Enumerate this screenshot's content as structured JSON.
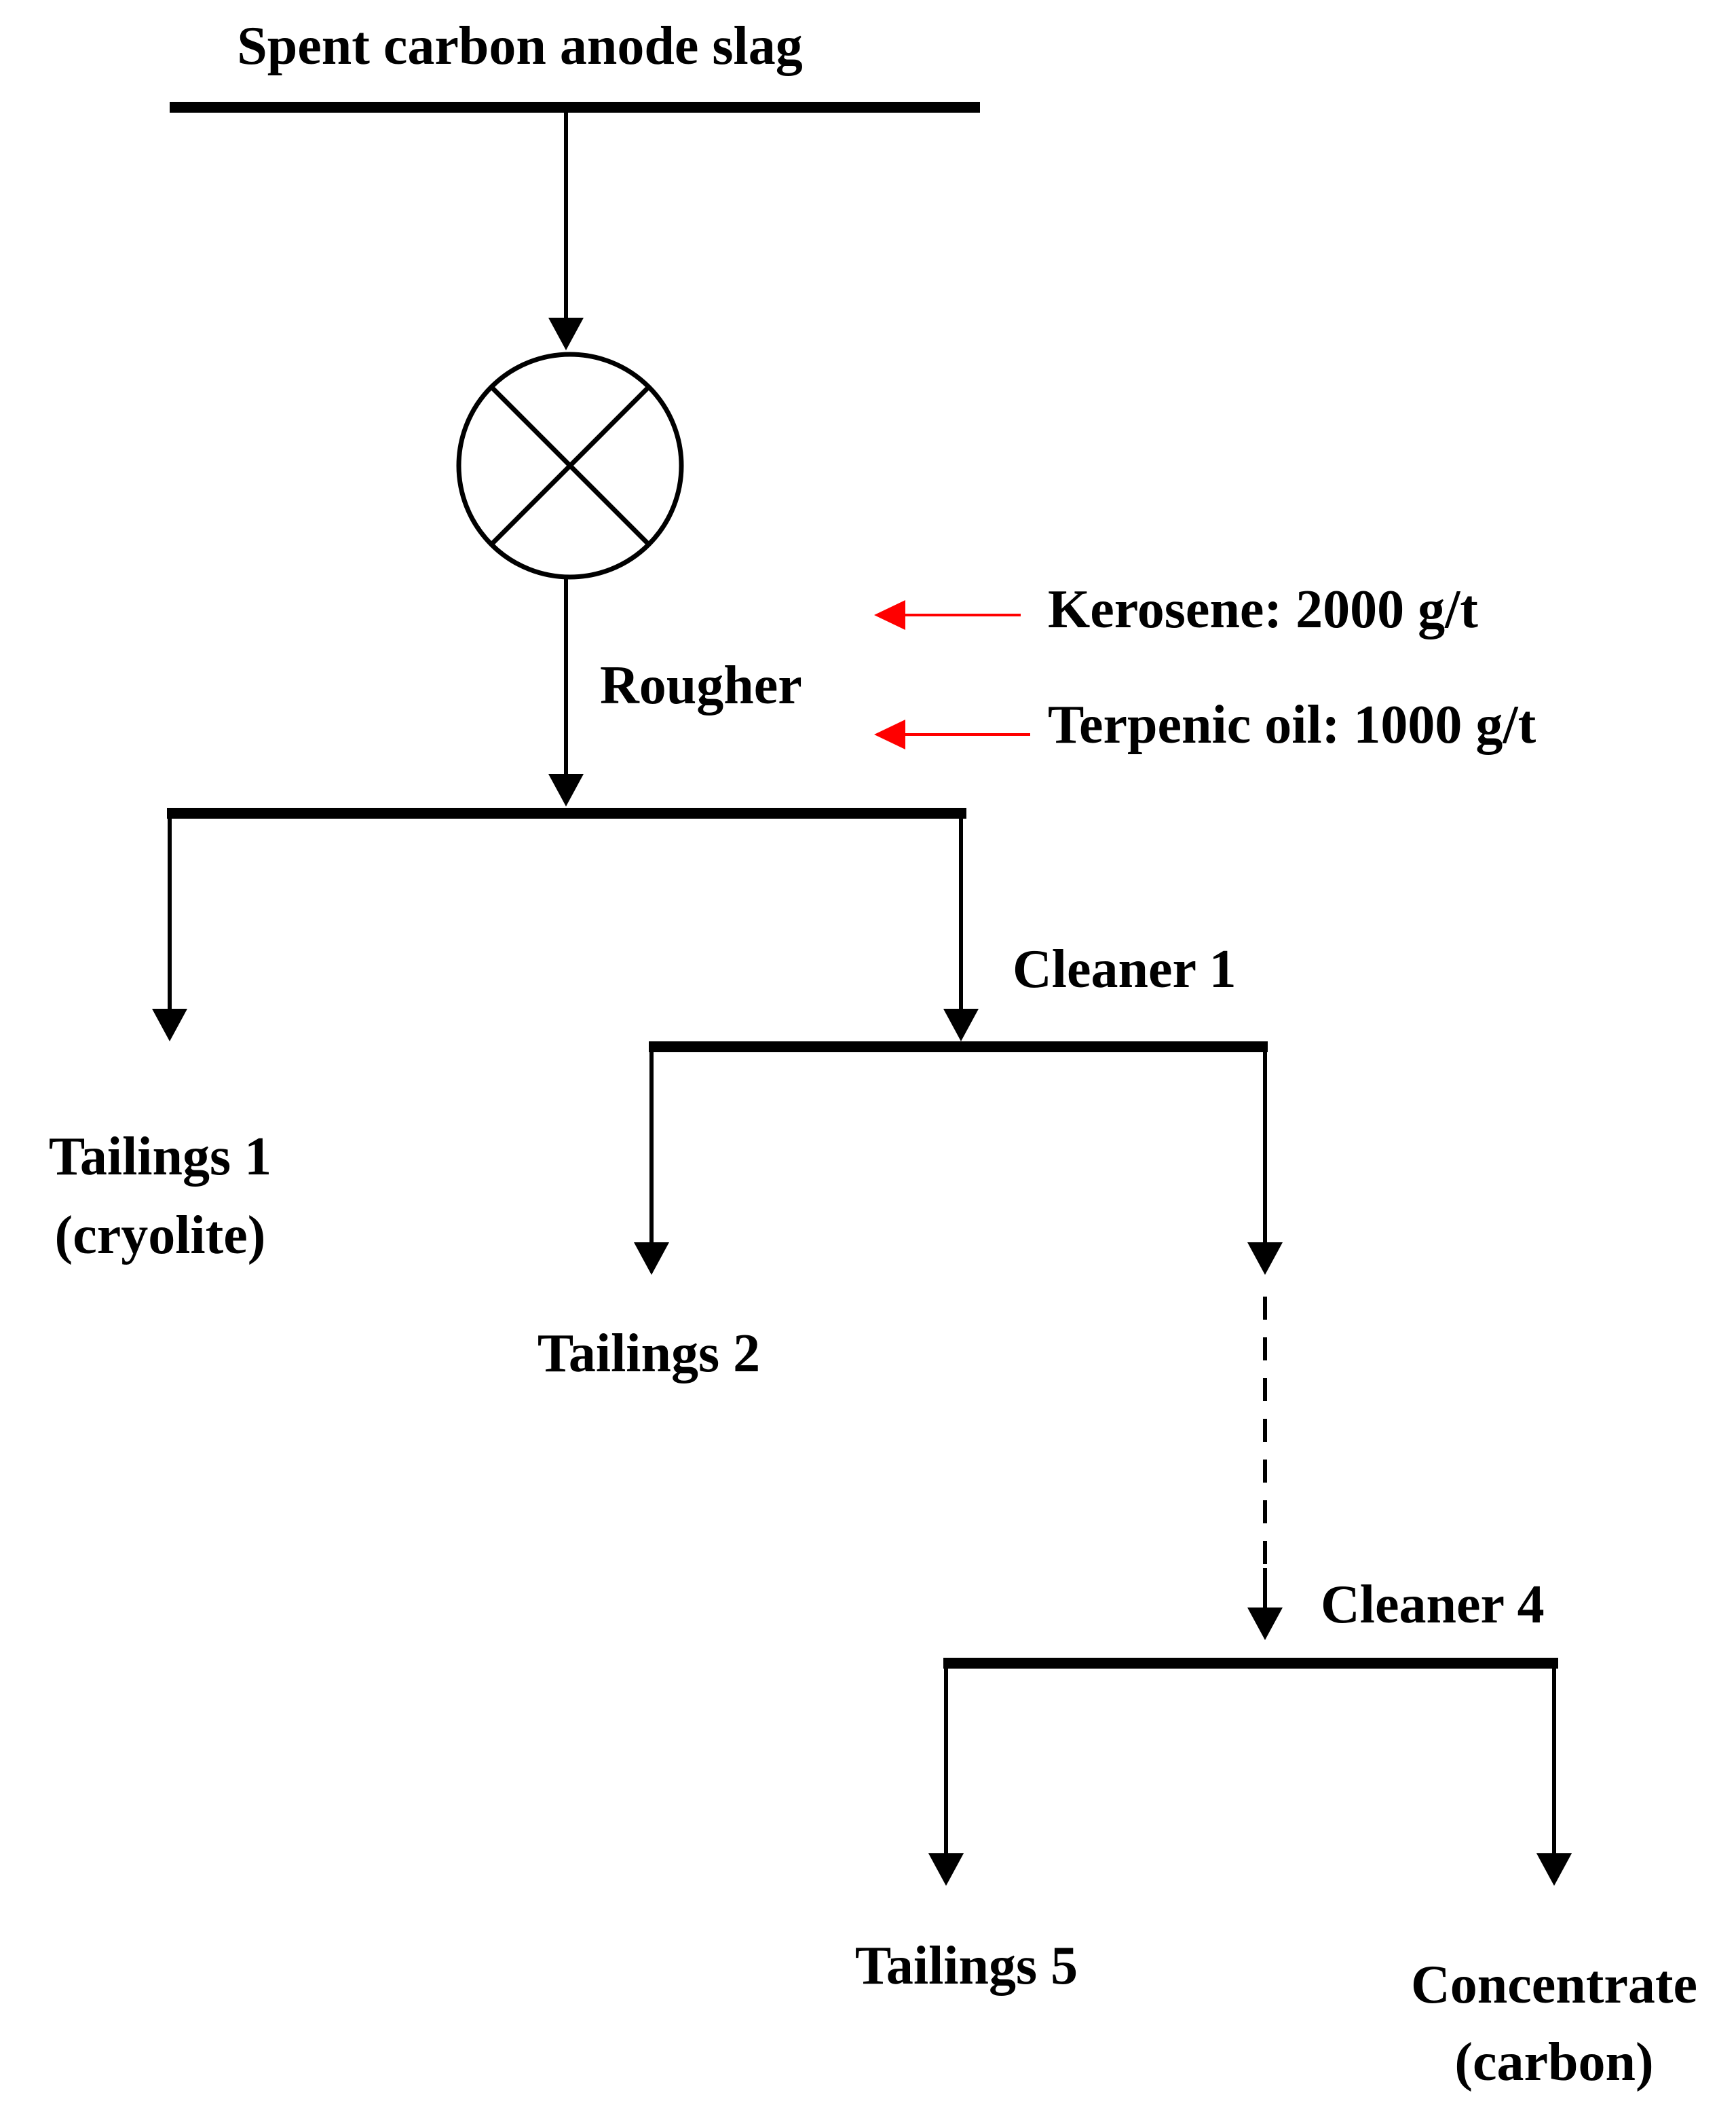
{
  "labels": {
    "feed": "Spent carbon anode slag",
    "rougher": "Rougher",
    "reagent_kerosene": "Kerosene: 2000 g/t",
    "reagent_terpenic": "Terpenic oil: 1000 g/t",
    "cleaner1": "Cleaner 1",
    "cleaner4": "Cleaner 4",
    "tailings1_line1": "Tailings 1",
    "tailings1_line2": "(cryolite)",
    "tailings2": "Tailings 2",
    "tailings5": "Tailings 5",
    "concentrate_line1": "Concentrate",
    "concentrate_line2": "(carbon)"
  },
  "colors": {
    "line": "#000000",
    "reagent_arrow": "#ff0000"
  },
  "icons": {
    "grinding_mill": "circle-x-icon"
  }
}
